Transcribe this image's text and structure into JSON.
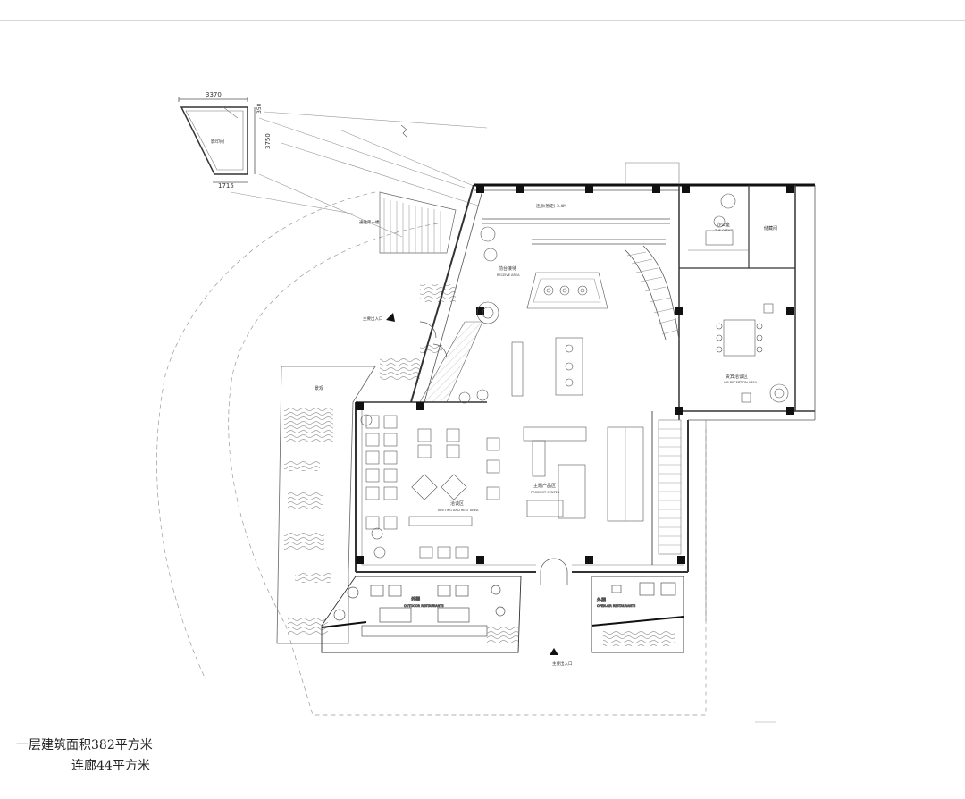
{
  "caption": {
    "line1": "一层建筑面积382平方米",
    "line2": "连廊44平方米"
  },
  "dimensions": {
    "top": "3370",
    "side": "3750",
    "bottom": "1715",
    "corner": "350"
  },
  "labels": {
    "office": "办公室",
    "office_en": "THE OFFICE",
    "storage": "储藏间",
    "reception": "前台接待",
    "reception_en": "RECEIVE AREA",
    "meeting": "洽谈区",
    "meeting_en": "MEETING AND REST AREA",
    "product": "主题产品区",
    "product_en": "PRODUCT CENTER",
    "vip": "贵宾洽谈区",
    "vip_en": "VIP RECEPTION AREA",
    "exterior1": "外摆",
    "exterior1_en": "OUTDOOR RESTAURANTS",
    "exterior2": "外摆",
    "exterior2_en": "OPEN-AIR RESTAURANTS",
    "entrance_main": "主要出入口",
    "entrance_side": "主要出入口",
    "landscape": "景观",
    "corridor_text": "连廊(暂定) 3.4M",
    "kiosk": "影印间",
    "stair_note": "通往第一楼"
  },
  "colors": {
    "line": "#555555",
    "wall": "#111111",
    "light": "#9a9a9a"
  }
}
